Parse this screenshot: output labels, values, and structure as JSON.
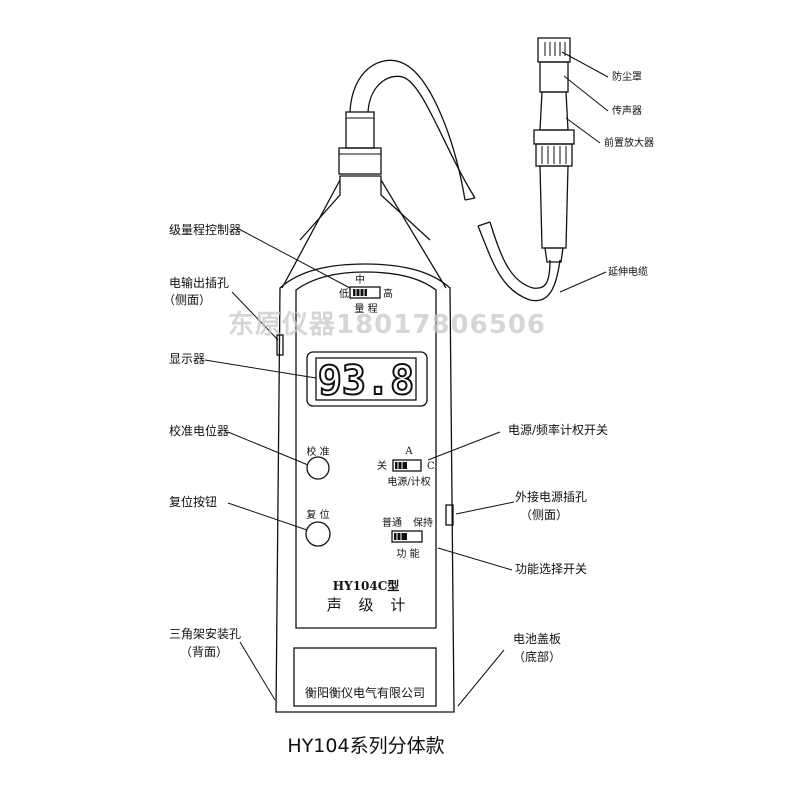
{
  "watermark": "东原仪器18017806506",
  "caption": "HY104系列分体款",
  "device": {
    "display_value": "93.8",
    "range_switch": {
      "mid": "中",
      "low": "低",
      "high": "高",
      "name": "量 程"
    },
    "calibration_label": "校 准",
    "reset_label": "复 位",
    "power_switch": {
      "a": "A",
      "off": "关",
      "c": "C",
      "name": "电源/计权"
    },
    "function_switch": {
      "normal": "普通",
      "hold": "保持",
      "name": "功 能"
    },
    "model": "HY104C型",
    "product_name": "声 级 计",
    "company": "衡阳衡仪电气有限公司"
  },
  "callouts": {
    "range_controller": "级量程控制器",
    "output_jack": "电输出插孔",
    "output_jack_note": "（侧面）",
    "display": "显示器",
    "calib_pot": "校准电位器",
    "reset_button": "复位按钮",
    "tripod_hole": "三角架安装孔",
    "tripod_hole_note": "（背面）",
    "windscreen": "防尘罩",
    "microphone": "传声器",
    "preamp": "前置放大器",
    "extension_cable": "延伸电缆",
    "power_freq_switch": "电源/频率计权开关",
    "ext_power_jack": "外接电源插孔",
    "ext_power_jack_note": "（侧面）",
    "function_switch": "功能选择开关",
    "battery_cover": "电池盖板",
    "battery_cover_note": "（底部）"
  }
}
